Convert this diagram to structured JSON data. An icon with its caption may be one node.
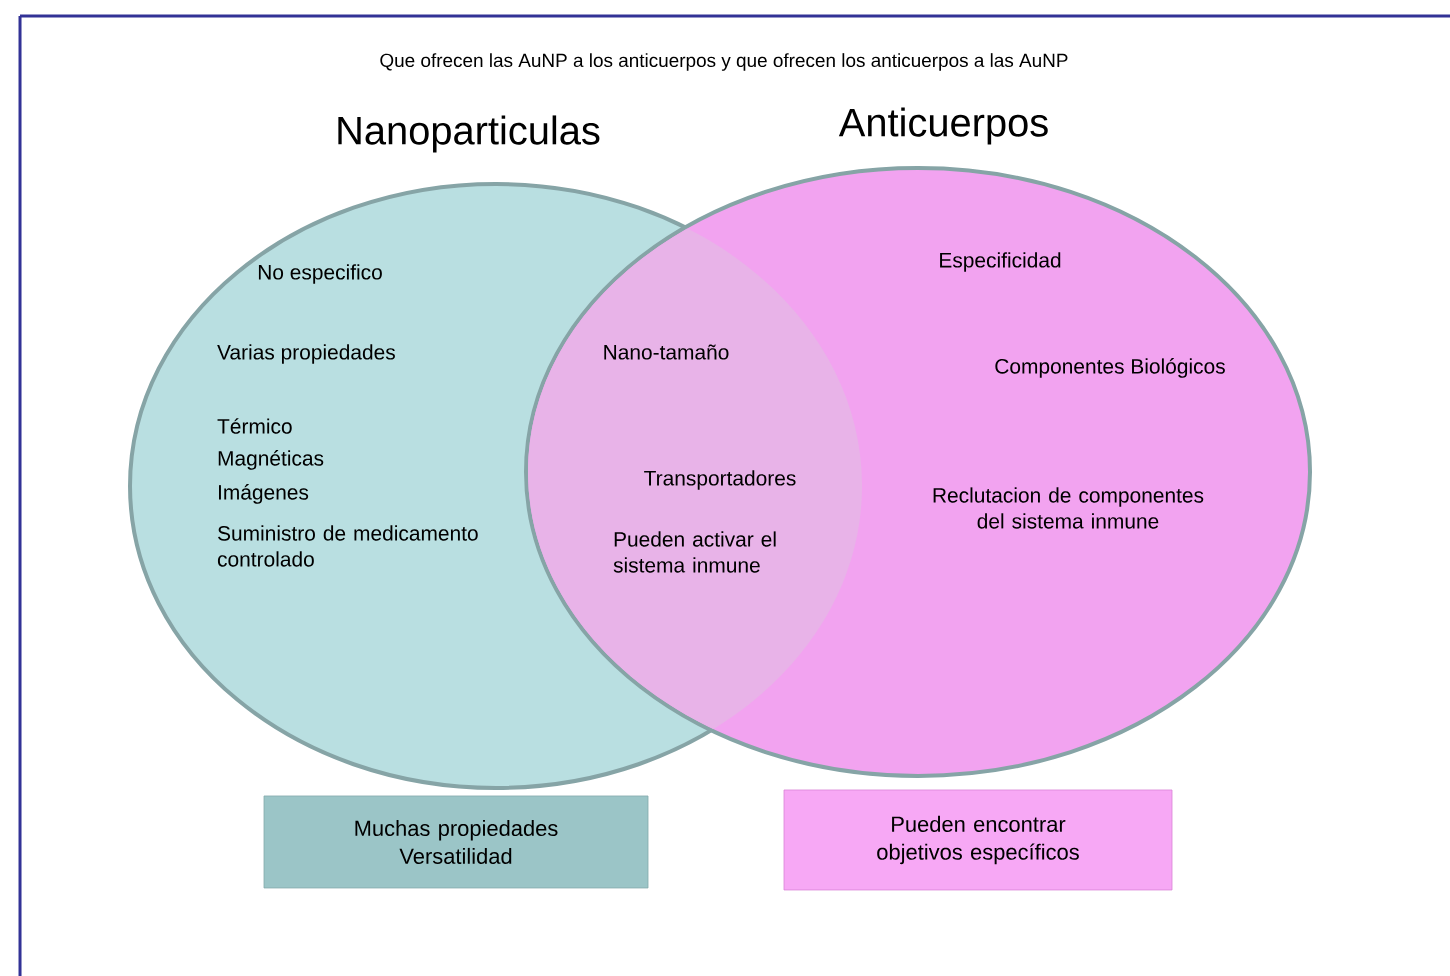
{
  "diagram": {
    "title": "Que ofrecen las AuNP a los anticuerpos y que ofrecen los anticuerpos a las AuNP",
    "nodes": [
      {
        "text": [
          "Nanoparticulas",
          "No especifico",
          "Varias propiedades",
          "Térmico",
          "Magnéticas",
          "Imágenes",
          "Suministro de medicamento controlado"
        ]
      },
      {
        "text": [
          "Anticuerpos",
          "Especificidad",
          "Componentes Biológicos",
          "Reclutacion de componentes del sistema inmune"
        ]
      },
      {
        "text": [
          "Muchas propiedades Versatilidad"
        ]
      },
      {
        "text": [
          "Pueden encontrar objetivos específicos"
        ]
      }
    ],
    "labels": [
      "Nano-tamaño",
      "Transportadores",
      "Pueden activar el sistema inmune"
    ]
  }
}
